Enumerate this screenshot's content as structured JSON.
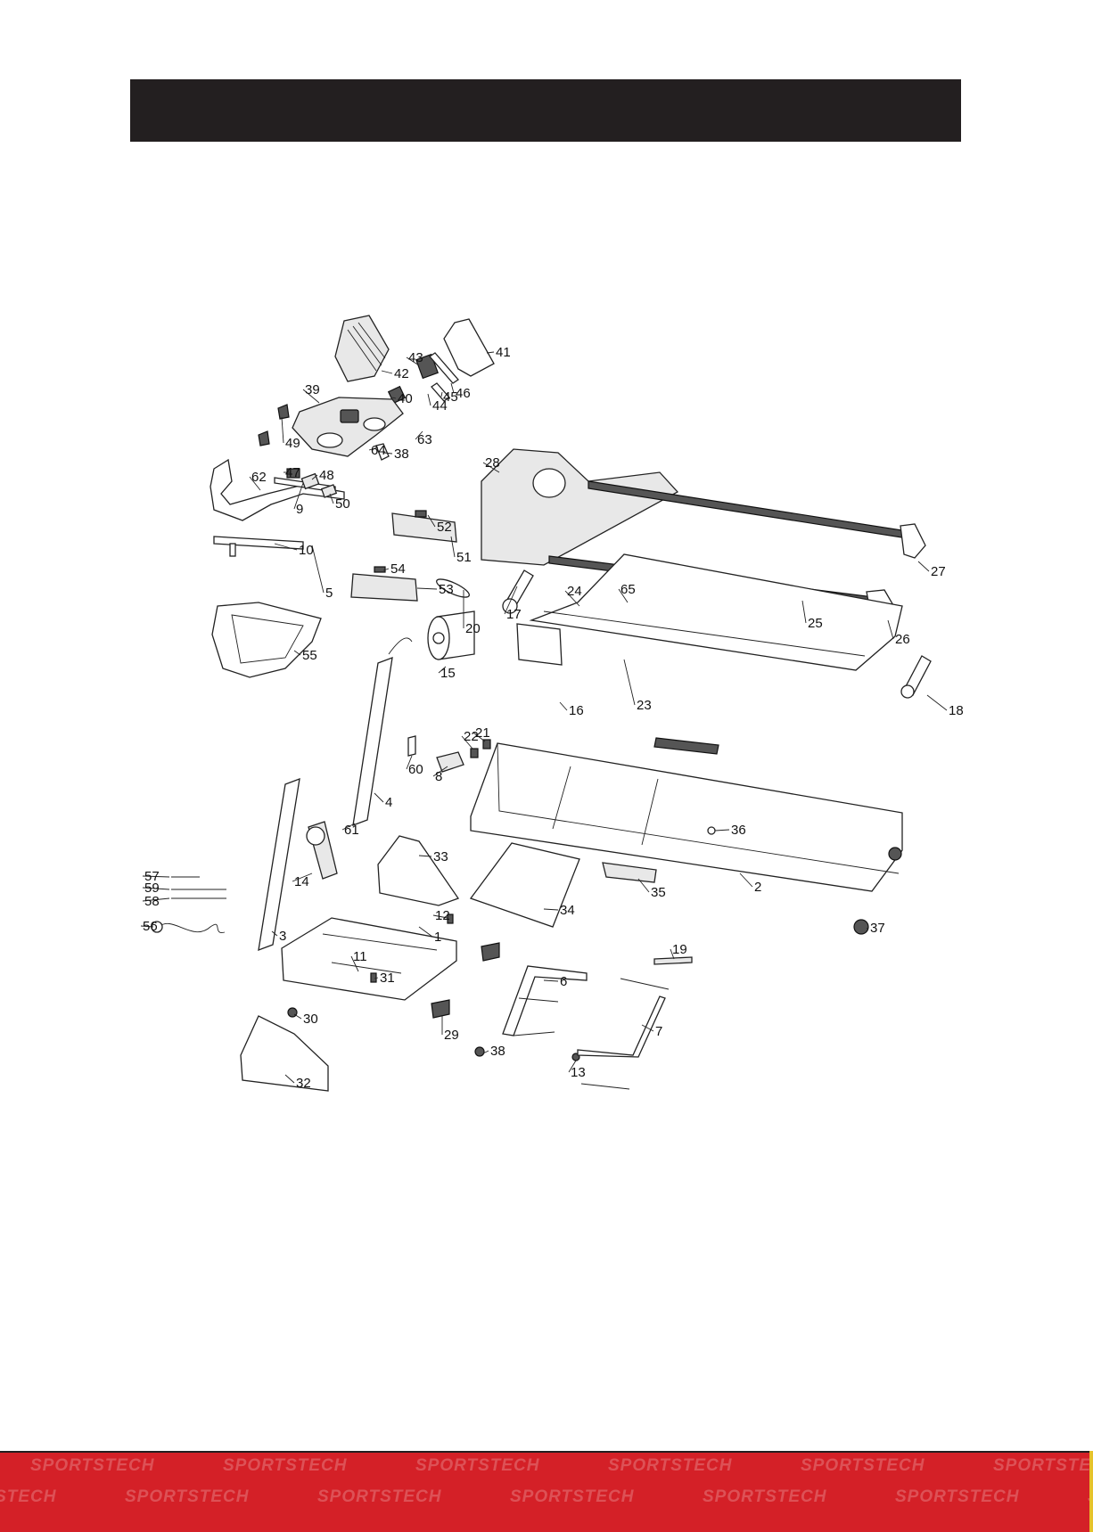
{
  "brand": {
    "watermark": "SPORTSTECH",
    "footer_color": "#d42027",
    "header_color": "#231f20"
  },
  "parts": [
    {
      "number": "1"
    },
    {
      "number": "2"
    },
    {
      "number": "3"
    },
    {
      "number": "4"
    },
    {
      "number": "5"
    },
    {
      "number": "6"
    },
    {
      "number": "7"
    },
    {
      "number": "8"
    },
    {
      "number": "9"
    },
    {
      "number": "10"
    },
    {
      "number": "11"
    },
    {
      "number": "12"
    },
    {
      "number": "13"
    },
    {
      "number": "14"
    },
    {
      "number": "15"
    },
    {
      "number": "16"
    },
    {
      "number": "17"
    },
    {
      "number": "18"
    },
    {
      "number": "19"
    },
    {
      "number": "20"
    },
    {
      "number": "21"
    },
    {
      "number": "22"
    },
    {
      "number": "23"
    },
    {
      "number": "24"
    },
    {
      "number": "25"
    },
    {
      "number": "26"
    },
    {
      "number": "27"
    },
    {
      "number": "28"
    },
    {
      "number": "29"
    },
    {
      "number": "30"
    },
    {
      "number": "31"
    },
    {
      "number": "32"
    },
    {
      "number": "33"
    },
    {
      "number": "34"
    },
    {
      "number": "35"
    },
    {
      "number": "36"
    },
    {
      "number": "37"
    },
    {
      "number": "38"
    },
    {
      "number": "38"
    },
    {
      "number": "39"
    },
    {
      "number": "40"
    },
    {
      "number": "41"
    },
    {
      "number": "42"
    },
    {
      "number": "43"
    },
    {
      "number": "44"
    },
    {
      "number": "45"
    },
    {
      "number": "46"
    },
    {
      "number": "47"
    },
    {
      "number": "48"
    },
    {
      "number": "49"
    },
    {
      "number": "50"
    },
    {
      "number": "51"
    },
    {
      "number": "52"
    },
    {
      "number": "53"
    },
    {
      "number": "54"
    },
    {
      "number": "55"
    },
    {
      "number": "56"
    },
    {
      "number": "57"
    },
    {
      "number": "58"
    },
    {
      "number": "59"
    },
    {
      "number": "60"
    },
    {
      "number": "61"
    },
    {
      "number": "62"
    },
    {
      "number": "63"
    },
    {
      "number": "64"
    },
    {
      "number": "65"
    }
  ]
}
